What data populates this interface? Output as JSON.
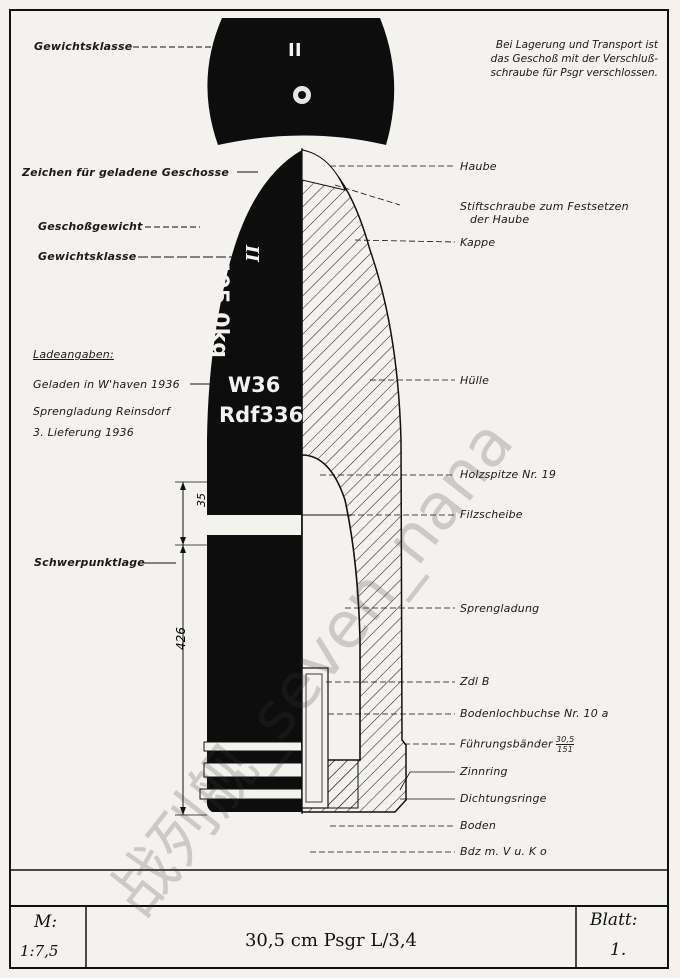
{
  "labels_left": {
    "weight_class_top": "Gewichtsklasse",
    "loaded_mark": "Zeichen für geladene Geschosse",
    "shell_weight": "Geschoßgewicht",
    "weight_class": "Gewichtsklasse",
    "loading_header": "Ladeangaben:",
    "loaded_at": "Geladen in W'haven 1936",
    "explosive_line1": "Sprengladung Reinsdorf",
    "explosive_line2": "3. Lieferung 1936",
    "center_of_gravity": "Schwerpunktlage"
  },
  "labels_right": {
    "cap": "Haube",
    "setscrew_line1": "Stiftschraube zum Festsetzen",
    "setscrew_line2": "der Haube",
    "cap2": "Kappe",
    "body": "Hülle",
    "wood_tip": "Holzspitze Nr. 19",
    "felt_disc": "Filzscheibe",
    "explosive_charge": "Sprengladung",
    "zdl": "Zdl B",
    "base_bush": "Bodenlochbuchse Nr. 10 a",
    "driving_bands": "Führungsbänder",
    "driving_bands_frac_num": "30,5",
    "driving_bands_frac_den": "151",
    "tin_ring": "Zinnring",
    "sealing_rings": "Dichtungsringe",
    "base": "Boden",
    "base_fuze": "Bdz m. V u. K o"
  },
  "note": {
    "line1": "Bei Lagerung und Transport ist",
    "line2": "das Geschoß mit der Verschluß-",
    "line3": "schraube für Psgr verschlossen."
  },
  "shell_markings": {
    "top_class": "II",
    "class": "II",
    "weight": "405,0kg",
    "w_code": "W36",
    "rdf_code": "Rdf336"
  },
  "dimensions": {
    "upper": "35",
    "lower": "426"
  },
  "title_block": {
    "scale_label": "M:",
    "scale_value": "1:7,5",
    "title": "30,5 cm Psgr L/3,4",
    "sheet_label": "Blatt:",
    "sheet_value": "1."
  },
  "watermark": "战列舰_seven_nana",
  "colors": {
    "ink": "#111111",
    "paper": "#f4f2ee"
  }
}
